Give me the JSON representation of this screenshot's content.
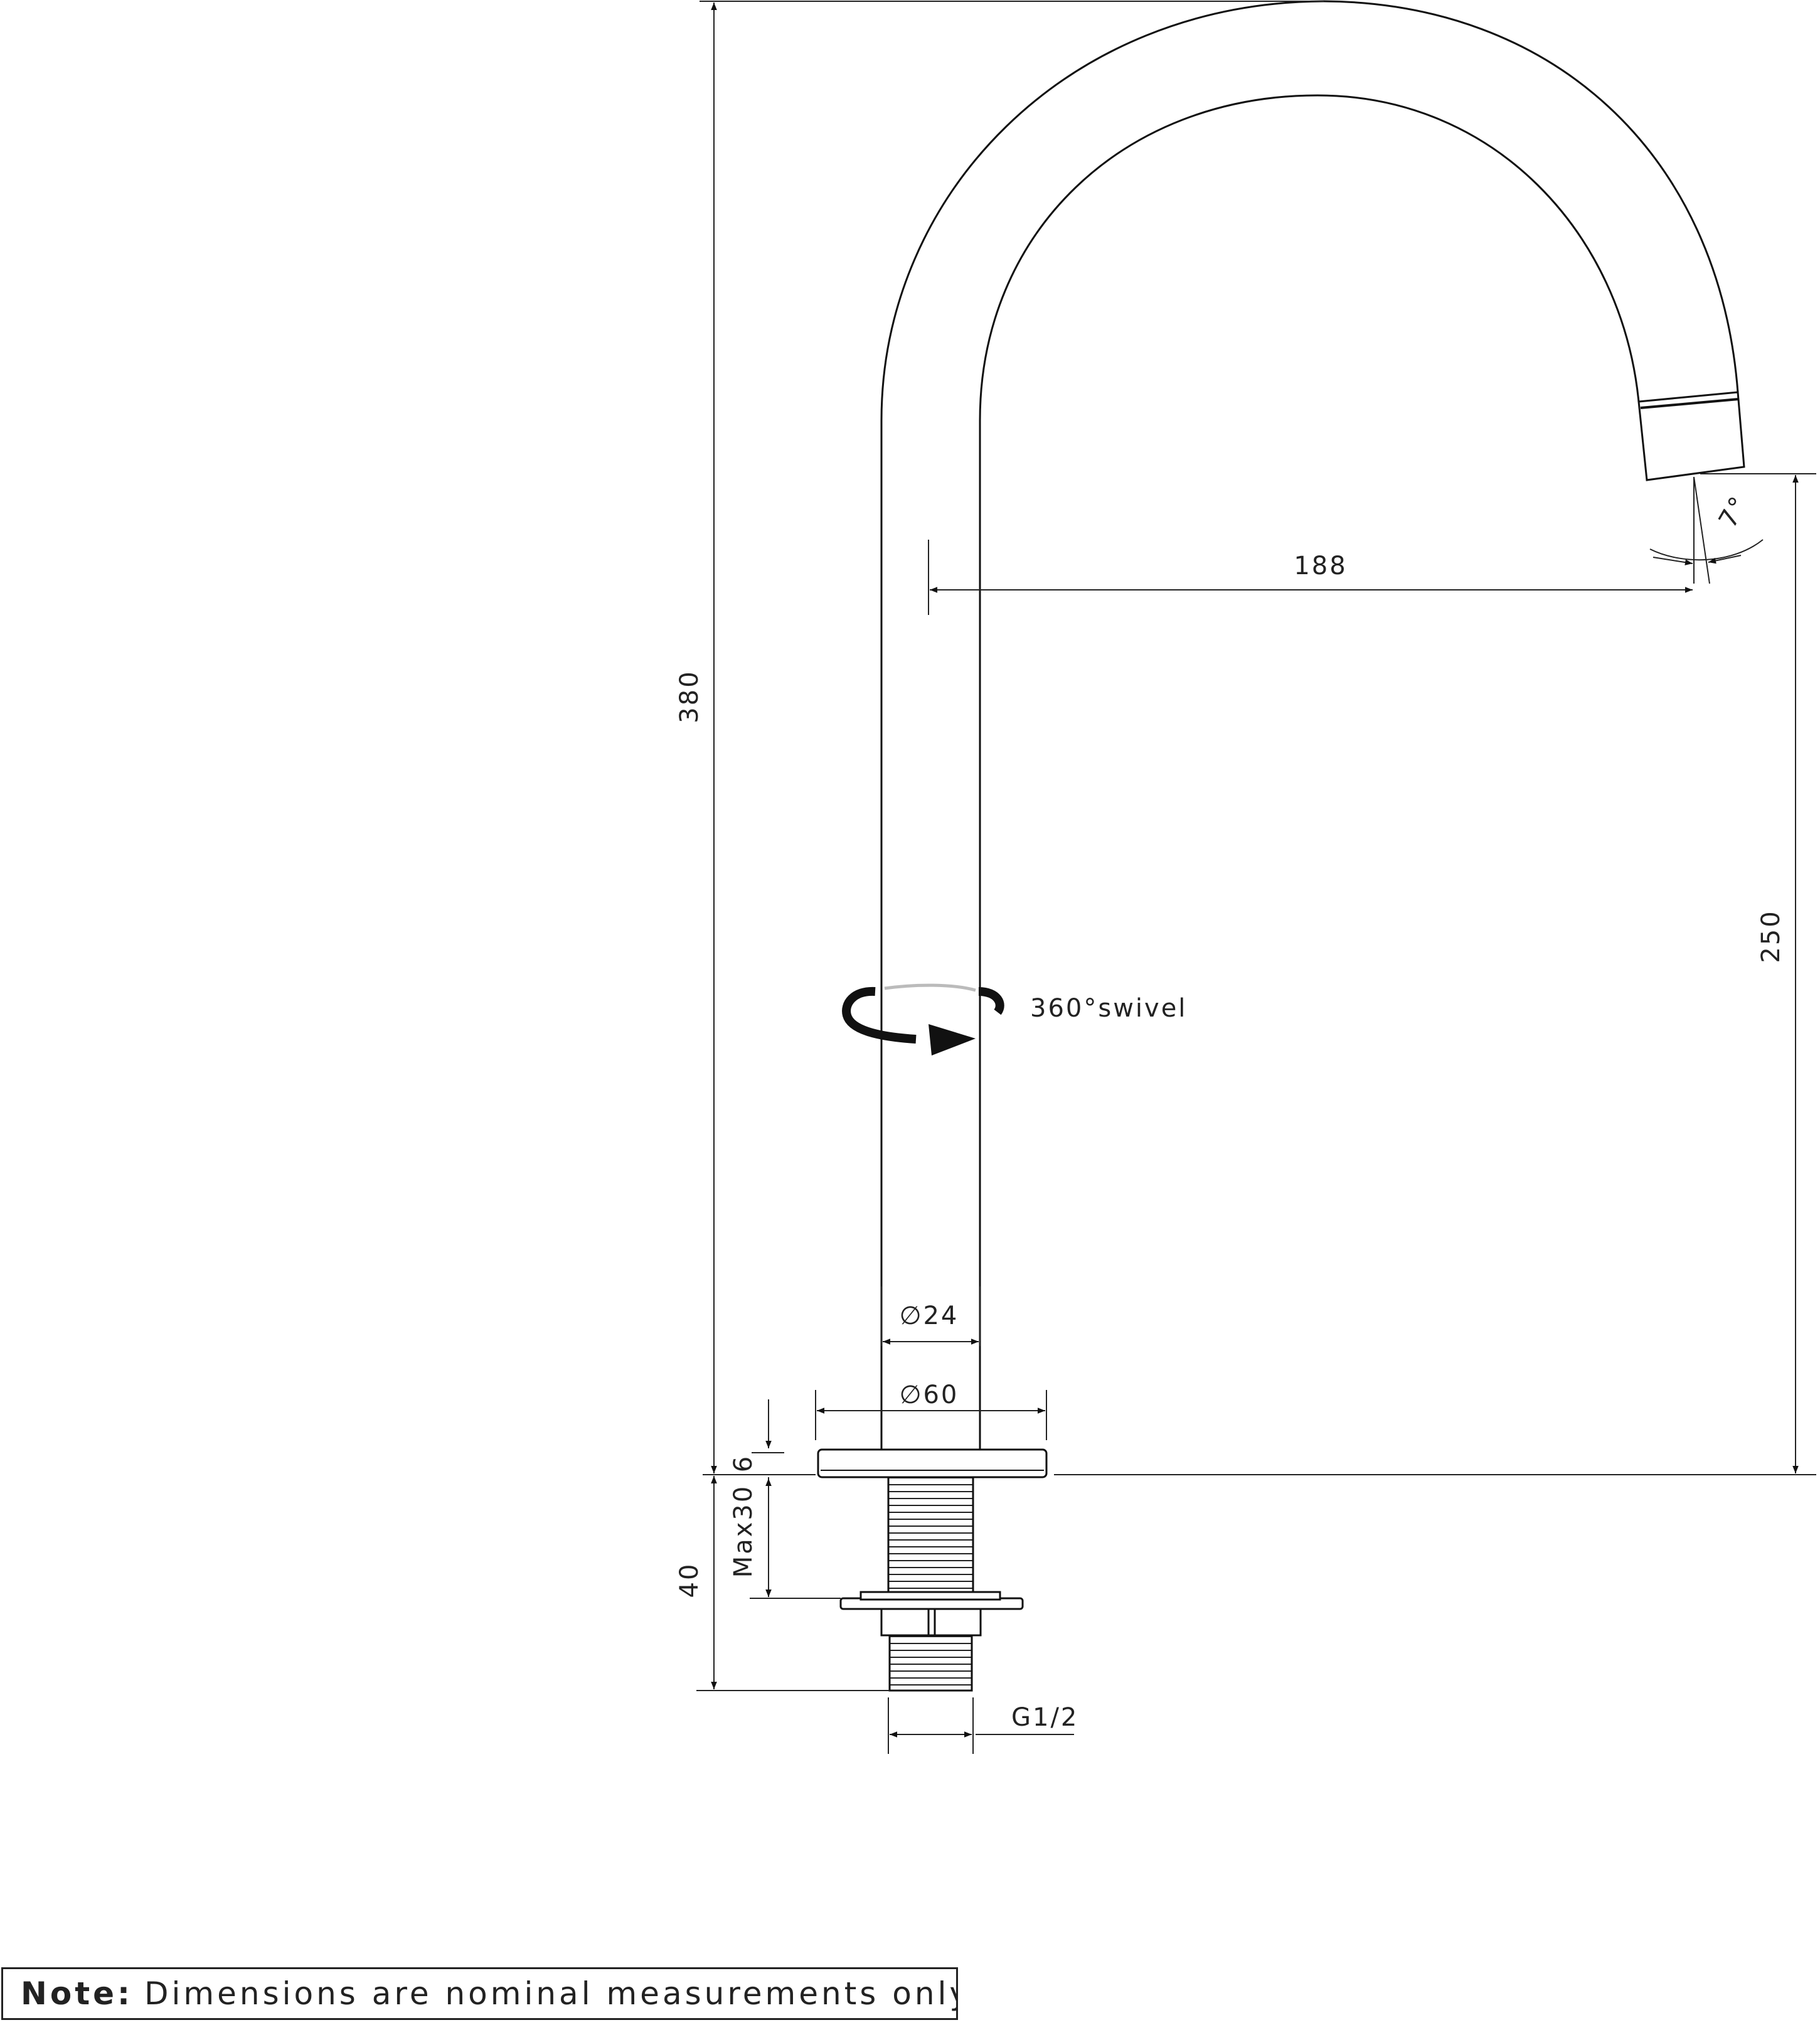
{
  "drawing": {
    "dimensions": {
      "overall_height": "380",
      "spout_reach": "188",
      "spout_height": "250",
      "spout_angle": "7°",
      "tube_diameter": "∅24",
      "base_diameter": "∅60",
      "base_thickness": "6",
      "max_deck_thickness": "Max30",
      "below_deck_length": "40",
      "thread": "G1/2"
    },
    "swivel_label": "360°swivel"
  },
  "note": {
    "label": "Note:",
    "text": "Dimensions are nominal measurements only"
  }
}
